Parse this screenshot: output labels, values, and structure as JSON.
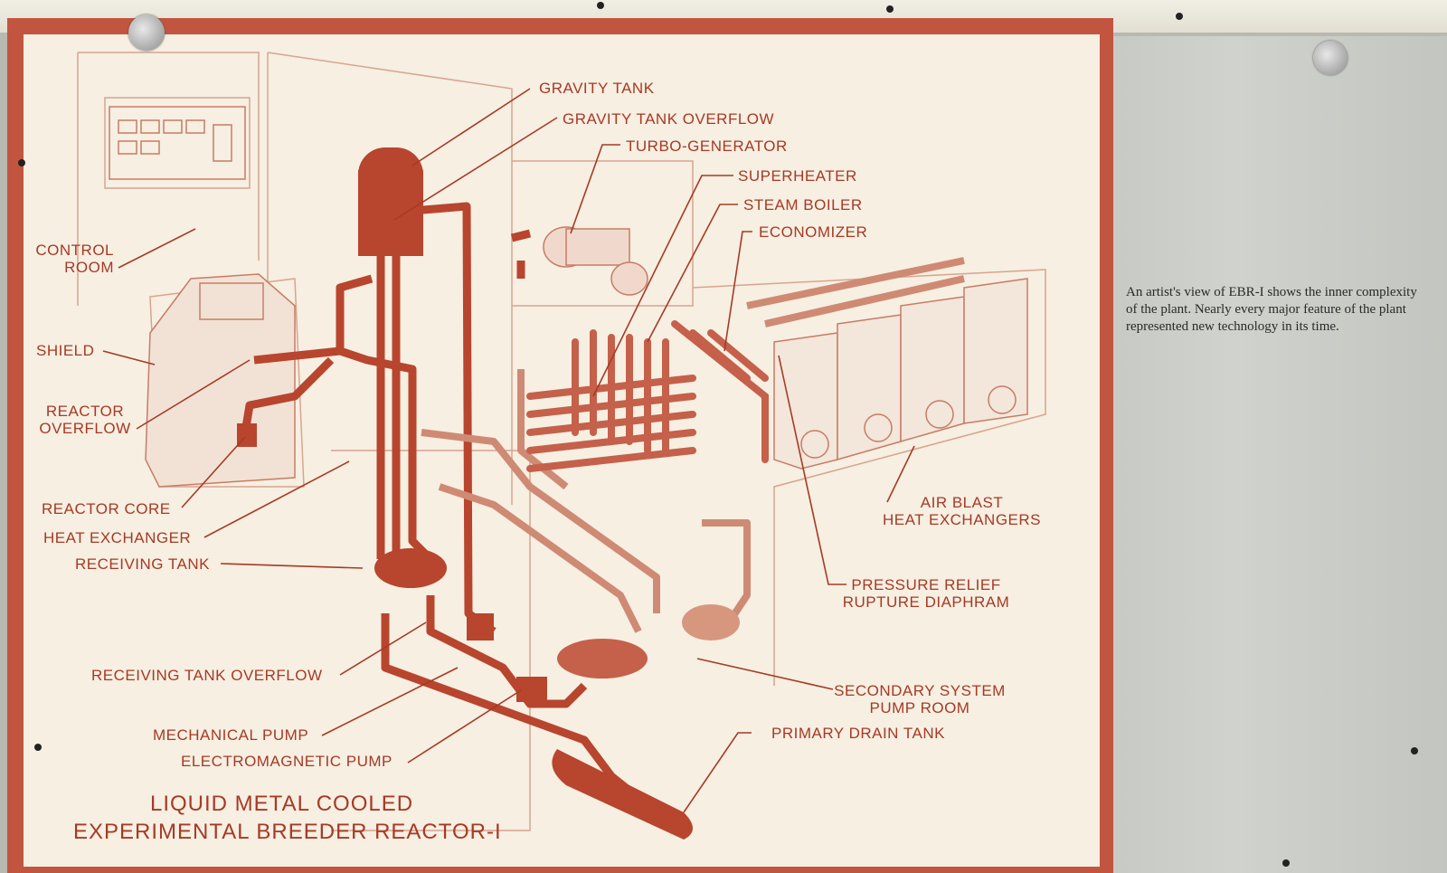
{
  "title": [
    "LIQUID METAL COOLED",
    "EXPERIMENTAL BREEDER REACTOR-I"
  ],
  "caption": "An artist's view of EBR-I shows the inner complexity of the plant. Nearly every major feature of the plant represented new technology in its time.",
  "labels": {
    "gravity_tank": "GRAVITY TANK",
    "gravity_tank_overflow": "GRAVITY TANK OVERFLOW",
    "turbo_generator": "TURBO-GENERATOR",
    "superheater": "SUPERHEATER",
    "steam_boiler": "STEAM BOILER",
    "economizer": "ECONOMIZER",
    "control_room": [
      "CONTROL",
      "ROOM"
    ],
    "shield": "SHIELD",
    "reactor_overflow": [
      "REACTOR",
      "OVERFLOW"
    ],
    "reactor_core": "REACTOR CORE",
    "heat_exchanger": "HEAT EXCHANGER",
    "receiving_tank": "RECEIVING TANK",
    "receiving_tank_overflow": "RECEIVING TANK OVERFLOW",
    "mechanical_pump": "MECHANICAL PUMP",
    "electromagnetic_pump": "ELECTROMAGNETIC PUMP",
    "air_blast_heat_exchangers": [
      "AIR BLAST",
      "HEAT EXCHANGERS"
    ],
    "pressure_relief_rupture_diaphram": [
      "PRESSURE RELIEF",
      "RUPTURE DIAPHRAM"
    ],
    "secondary_system_pump_room": [
      "SECONDARY SYSTEM",
      "PUMP ROOM"
    ],
    "primary_drain_tank": "PRIMARY DRAIN TANK"
  },
  "colors": {
    "ink": "#a63a25",
    "pipe": "#b8452e",
    "paper": "#f6efe2",
    "border": "#c2553f"
  }
}
